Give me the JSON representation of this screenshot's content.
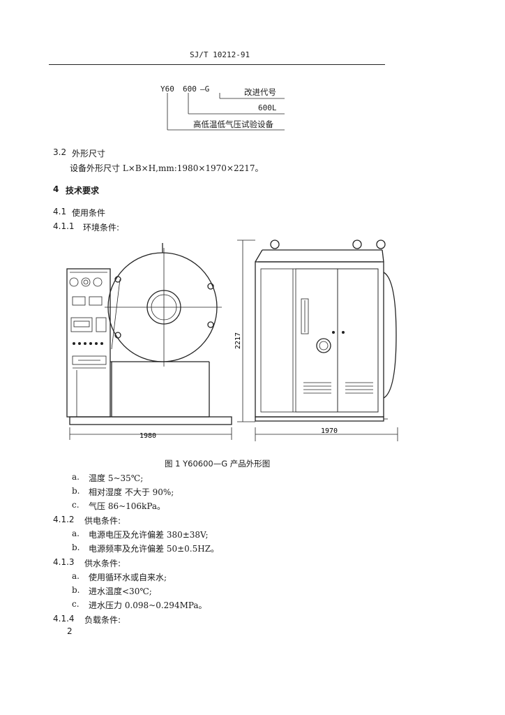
{
  "header": {
    "standard_no": "SJ/T 10212-91"
  },
  "model_code": {
    "prefix": "Y60",
    "capacity": "600",
    "suffix": "—G",
    "label_improvement": "改进代号",
    "label_volume": "600L",
    "label_equipment": "高低温低气压试验设备"
  },
  "section_3_2": {
    "number": "3.2",
    "title": "外形尺寸",
    "body": "设备外形尺寸 L×B×H,mm:1980×1970×2217。"
  },
  "section_4": {
    "number": "4",
    "title": "技术要求"
  },
  "section_4_1": {
    "number": "4.1",
    "title": "使用条件"
  },
  "section_4_1_1": {
    "number": "4.1.1",
    "title": "环境条件:"
  },
  "figure": {
    "dim_length": "1980",
    "dim_width": "1970",
    "dim_height": "2217",
    "caption": "图 1   Y60600—G 产品外形图"
  },
  "env_conditions": [
    {
      "marker": "a.",
      "text": "温度   5~35℃;"
    },
    {
      "marker": "b.",
      "text": "相对湿度   不大于 90%;"
    },
    {
      "marker": "c.",
      "text": "气压   86~106kPa。"
    }
  ],
  "section_4_1_2": {
    "number": "4.1.2",
    "title": "供电条件:"
  },
  "power_conditions": [
    {
      "marker": "a.",
      "text": "电源电压及允许偏差   380±38V;"
    },
    {
      "marker": "b.",
      "text": "电源频率及允许偏差   50±0.5HZ。"
    }
  ],
  "section_4_1_3": {
    "number": "4.1.3",
    "title": "供水条件:"
  },
  "water_conditions": [
    {
      "marker": "a.",
      "text": "使用循环水或自来水;"
    },
    {
      "marker": "b.",
      "text": "进水温度<30℃;"
    },
    {
      "marker": "c.",
      "text": "进水压力 0.098~0.294MPa。"
    }
  ],
  "section_4_1_4": {
    "number": "4.1.4",
    "title": "负载条件:"
  },
  "page_number": "2"
}
